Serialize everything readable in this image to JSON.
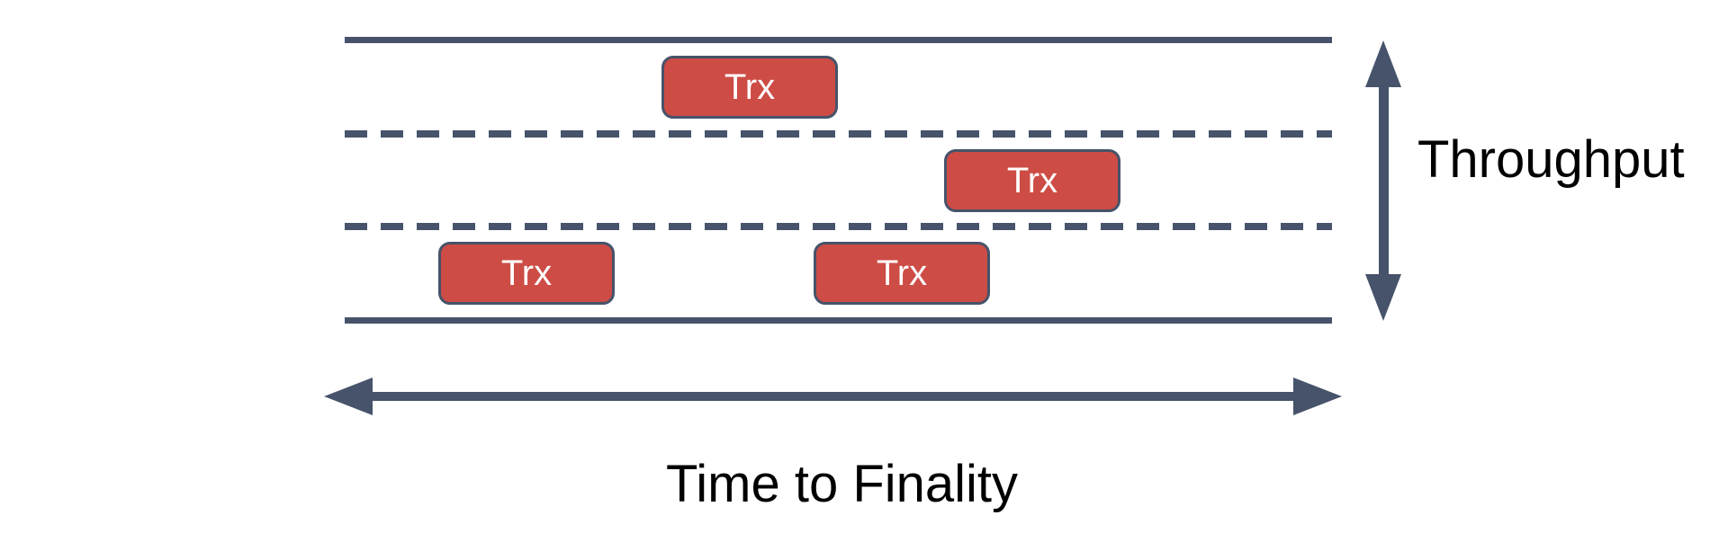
{
  "colors": {
    "slate": "#46536a",
    "red": "#cd4c45",
    "box_text": "#ffffff",
    "label_text": "#000000"
  },
  "labels": {
    "throughput": "Throughput",
    "time_to_finality": "Time to Finality"
  },
  "road": {
    "lane_count": 3,
    "solid_edge_lines": 2,
    "dashed_divider_lines": 2
  },
  "transactions": [
    {
      "label": "Trx",
      "lane": "top"
    },
    {
      "label": "Trx",
      "lane": "middle"
    },
    {
      "label": "Trx",
      "lane": "bottom"
    },
    {
      "label": "Trx",
      "lane": "bottom"
    }
  ]
}
